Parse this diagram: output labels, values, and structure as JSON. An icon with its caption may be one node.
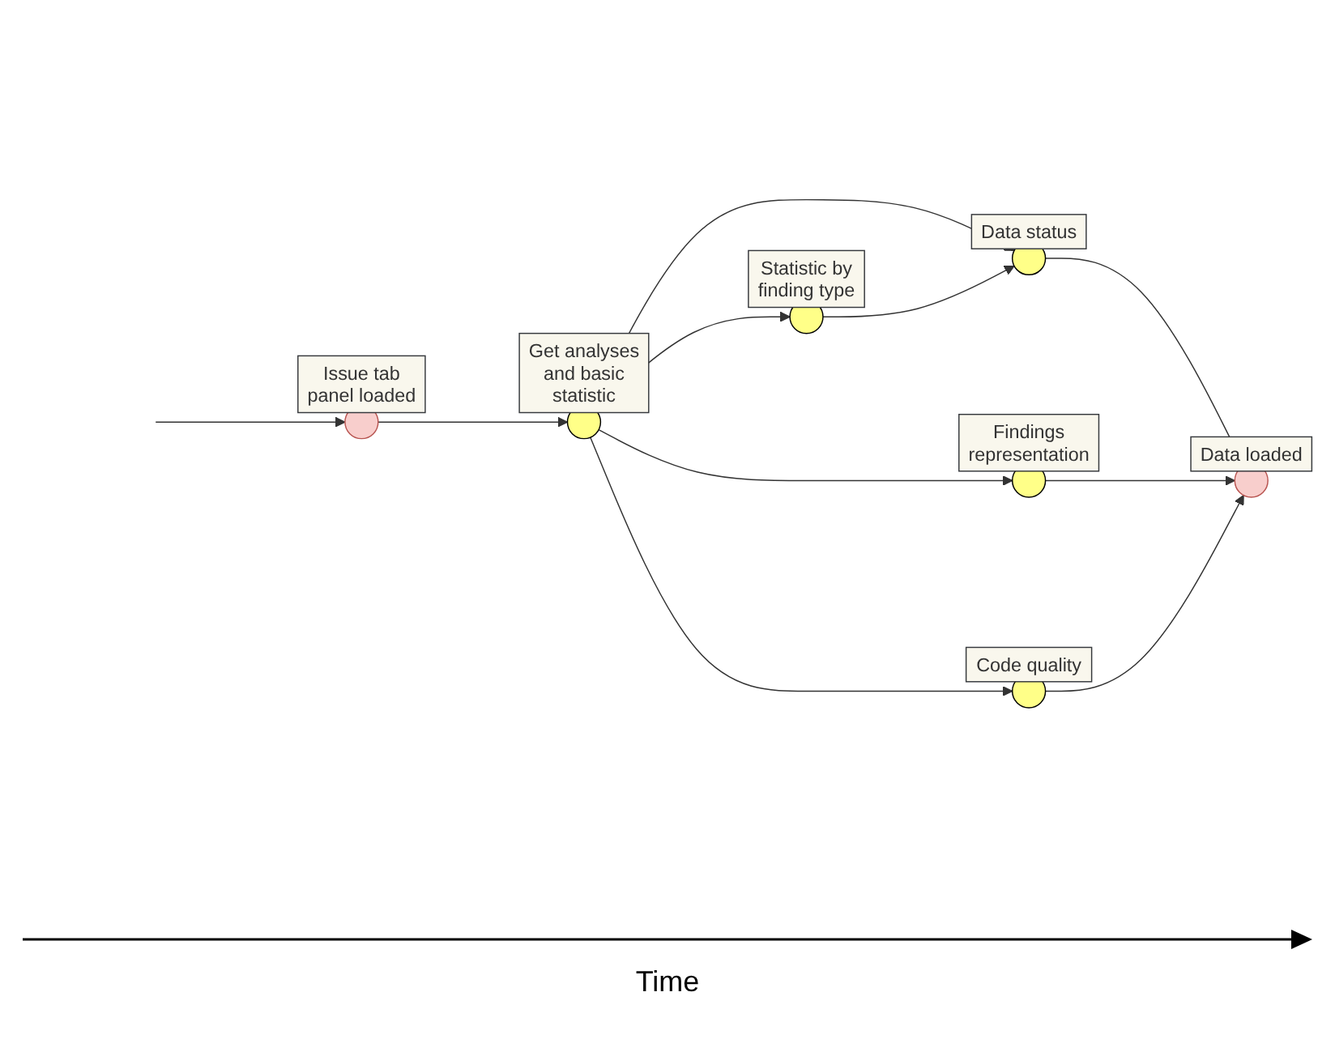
{
  "diagram": {
    "nodes": [
      {
        "text": [],
        "shape": "circle",
        "beside": [
          "Issue tab panel loaded"
        ]
      },
      {
        "text": [],
        "shape": "circle",
        "beside": [
          "Get analyses and basic statistic"
        ]
      },
      {
        "text": [],
        "shape": "circle",
        "beside": [
          "Data status"
        ]
      },
      {
        "text": [],
        "shape": "circle",
        "beside": [
          "Data loaded"
        ]
      },
      {
        "text": [],
        "shape": "circle",
        "beside": [
          "Statistic by finding type"
        ]
      },
      {
        "text": [],
        "shape": "circle",
        "beside": [
          "Findings representation"
        ]
      },
      {
        "text": [],
        "shape": "circle",
        "beside": [
          "Code quality"
        ]
      }
    ],
    "edges": [
      {
        "from": null,
        "to": 0,
        "arrow": "to"
      },
      {
        "from": 0,
        "to": 1,
        "arrow": "to"
      },
      {
        "from": 1,
        "to": 2,
        "arrow": "to"
      },
      {
        "from": 2,
        "to": 3,
        "arrow": "to"
      },
      {
        "from": 1,
        "to": 4,
        "arrow": "to"
      },
      {
        "from": 4,
        "to": 2,
        "arrow": "to"
      },
      {
        "from": 1,
        "to": 5,
        "arrow": "to"
      },
      {
        "from": 5,
        "to": 3,
        "arrow": "to"
      },
      {
        "from": 1,
        "to": 6,
        "arrow": "to"
      },
      {
        "from": 6,
        "to": 3,
        "arrow": "to"
      }
    ],
    "labels": [
      "Time"
    ]
  }
}
